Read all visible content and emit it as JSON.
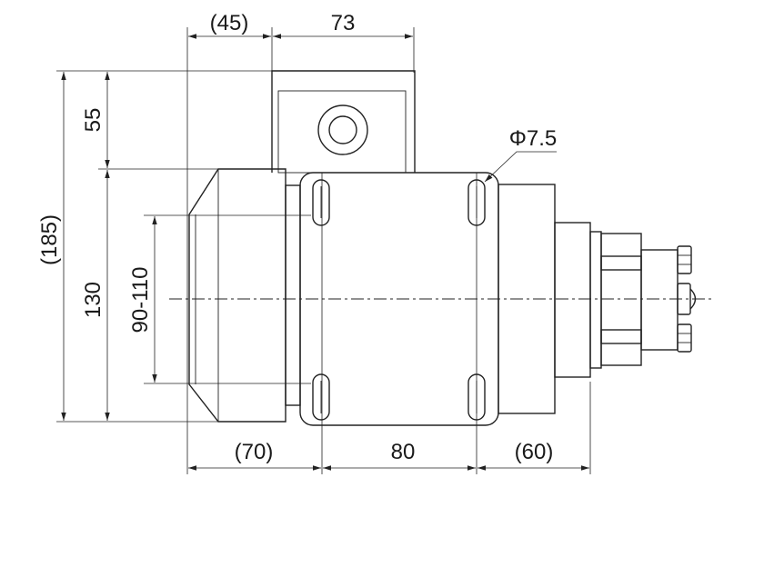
{
  "dimensions": {
    "top_left": "(45)",
    "top_right": "73",
    "overall_height": "(185)",
    "upper_height": "55",
    "body_height": "130",
    "bore_range": "90-110",
    "hole_diameter": "Φ7.5",
    "bottom_left": "(70)",
    "bottom_middle": "80",
    "bottom_right": "(60)"
  },
  "colors": {
    "line": "#222222",
    "text": "#1a1a1a",
    "background": "#ffffff"
  }
}
